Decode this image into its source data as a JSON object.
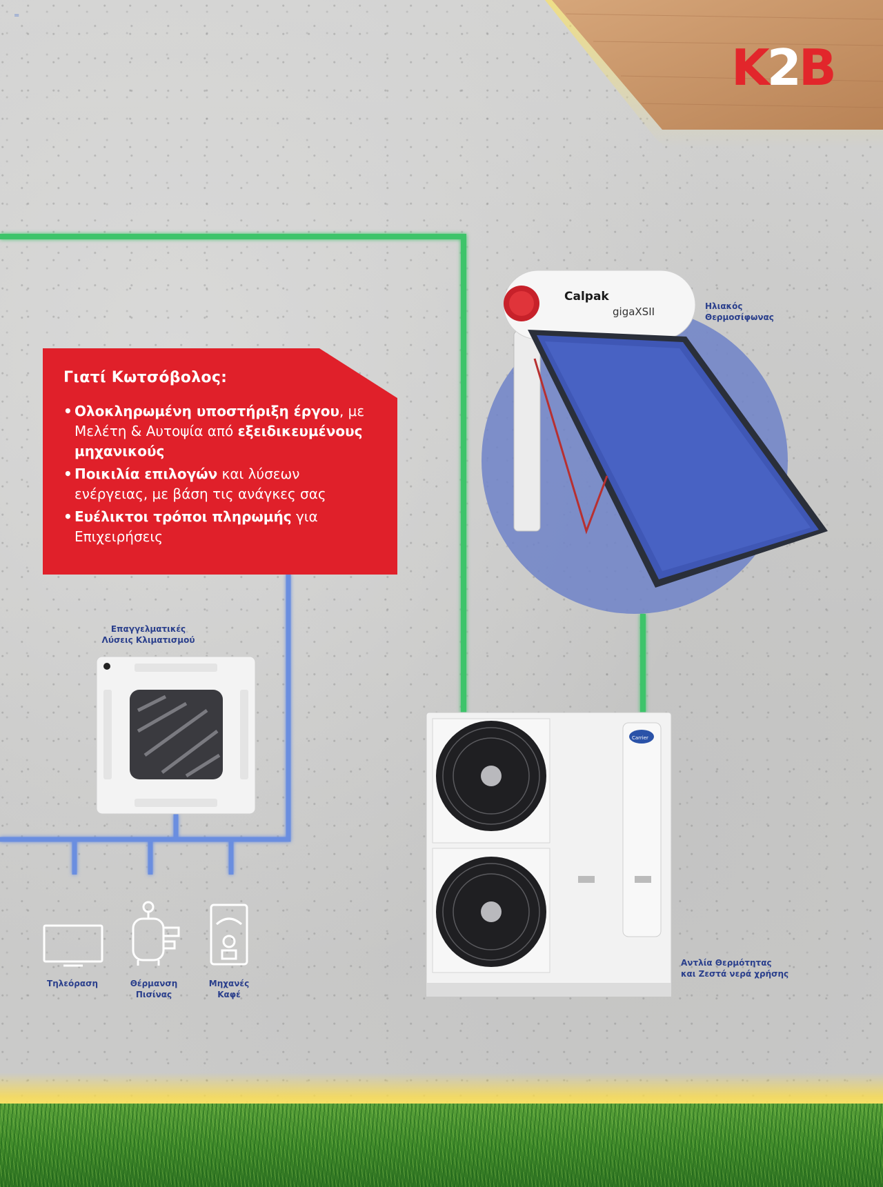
{
  "brand": {
    "logo_text": "K2B",
    "logo_k": "K",
    "logo_2": "2",
    "logo_b": "B",
    "colors": {
      "red": "#e2262b",
      "green_pipe": "#3cc46a",
      "blue_pipe": "#5b7fd1",
      "wood": "#c99668"
    }
  },
  "corner_mark": "=",
  "info_box": {
    "title": "Γιατί Κωτσόβολος:",
    "items": [
      {
        "bold": "Ολοκληρωμένη υποστήριξη έργου",
        "rest": ", με Μελέτη & Αυτοψία από",
        "bold2": "εξειδικευμένους μηχανικούς"
      },
      {
        "bold": "Ποικιλία επιλογών",
        "rest": " και λύσεων ενέργειας, με βάση τις ανάγκες σας",
        "bold2": ""
      },
      {
        "bold": "Ευέλικτοι τρόποι πληρωμής",
        "rest": " για Επιχειρήσεις",
        "bold2": ""
      }
    ]
  },
  "labels": {
    "solar_line1": "Ηλιακός",
    "solar_line2": "Θερμοσίφωνας",
    "ac_line1": "Επαγγελματικές",
    "ac_line2": "Λύσεις Κλιματισμού",
    "heatpump_line1": "Αντλία Θερμότητας",
    "heatpump_line2": "και Ζεστά νερά χρήσης",
    "tv": "Τηλεόραση",
    "pool_line1": "Θέρμανση",
    "pool_line2": "Πισίνας",
    "coffee_line1": "Μηχανές",
    "coffee_line2": "Καφέ"
  },
  "products": {
    "solar_brand": "Calpak",
    "solar_model": "gigaXSII",
    "heatpump_brand": "Carrier"
  },
  "icons": [
    "tv-icon",
    "pool-heater-icon",
    "coffee-machine-icon",
    "fan-icon",
    "solar-panel-icon",
    "cassette-ac-icon"
  ]
}
